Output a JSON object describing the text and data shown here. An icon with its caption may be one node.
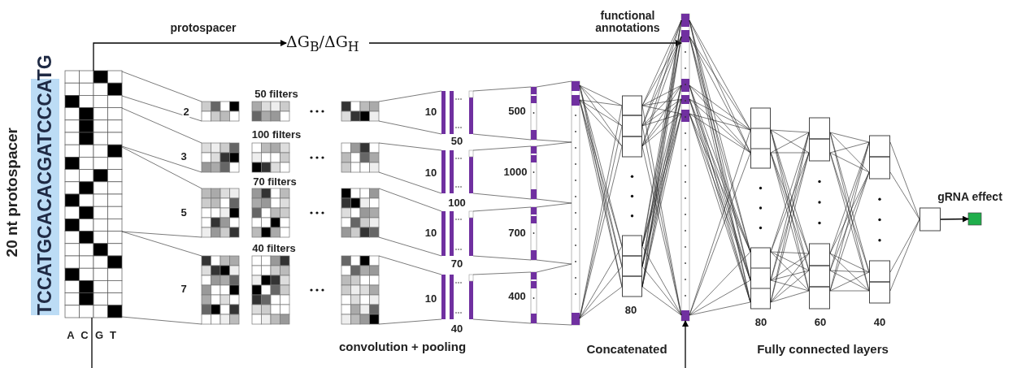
{
  "diagram": {
    "nodes": [
      {
        "text": [
          "TCCATGCACACGATCCCATG"
        ],
        "beside": [
          "20 nt protospacer"
        ]
      },
      {
        "text": [],
        "shape": "box",
        "beside": [
          "A",
          "C",
          "G",
          "T"
        ]
      },
      {
        "text": [
          "ΔG$_{B}$/ΔG$_{H}$"
        ]
      },
      {
        "text": [],
        "shape": "bar"
      },
      {
        "text": [],
        "shape": "box"
      },
      {
        "text": [],
        "shape": "bar"
      },
      {
        "text": [],
        "shape": "box"
      },
      {
        "text": [],
        "shape": "box"
      },
      {
        "text": [],
        "shape": "box"
      },
      {
        "text": [],
        "shape": "box"
      },
      {
        "text": [],
        "shape": "box"
      },
      {
        "text": [],
        "shape": "box"
      },
      {
        "text": [],
        "shape": "bar"
      },
      {
        "text": [],
        "shape": "bar"
      },
      {
        "text": [],
        "shape": "box"
      },
      {
        "text": [],
        "shape": "bar"
      },
      {
        "text": [],
        "shape": "bar"
      },
      {
        "text": [],
        "shape": "box"
      },
      {
        "text": [],
        "shape": "bar"
      },
      {
        "text": [],
        "shape": "bar"
      },
      {
        "text": [],
        "shape": "box"
      },
      {
        "text": [],
        "shape": "bar"
      },
      {
        "text": [],
        "shape": "bar"
      }
    ],
    "edges": [
      {
        "from": 1,
        "to": 2,
        "arrow": "to",
        "label": "protospacer"
      },
      {
        "from": 2,
        "to": 5,
        "arrow": "to",
        "label": "functional annotations"
      },
      {
        "from": null,
        "to": 5,
        "arrow": "to"
      },
      {
        "from": 1,
        "to": null,
        "arrow": "none"
      },
      {
        "from": 3,
        "to": 4,
        "arrow": "none"
      },
      {
        "from": 4,
        "to": 5,
        "arrow": "none"
      },
      {
        "from": 5,
        "to": 6,
        "arrow": "none"
      },
      {
        "from": 6,
        "to": 7,
        "arrow": "none"
      },
      {
        "from": 7,
        "to": 8,
        "arrow": "none"
      },
      {
        "from": 8,
        "to": 9,
        "arrow": "none"
      },
      {
        "from": 9,
        "to": 10,
        "arrow": "to",
        "label": "gRNA effect"
      },
      {
        "from": 1,
        "to": 11,
        "arrow": "none"
      },
      {
        "from": 11,
        "to": 12,
        "arrow": "none"
      },
      {
        "from": 12,
        "to": 13,
        "arrow": "none"
      },
      {
        "from": 13,
        "to": 3,
        "arrow": "none"
      },
      {
        "from": 1,
        "to": 14,
        "arrow": "none"
      },
      {
        "from": 14,
        "to": 15,
        "arrow": "none"
      },
      {
        "from": 15,
        "to": 16,
        "arrow": "none"
      },
      {
        "from": 16,
        "to": 3,
        "arrow": "none"
      },
      {
        "from": 1,
        "to": 17,
        "arrow": "none"
      },
      {
        "from": 17,
        "to": 18,
        "arrow": "none"
      },
      {
        "from": 18,
        "to": 19,
        "arrow": "none"
      },
      {
        "from": 19,
        "to": 3,
        "arrow": "none"
      },
      {
        "from": 1,
        "to": 20,
        "arrow": "none"
      },
      {
        "from": 20,
        "to": 21,
        "arrow": "none"
      },
      {
        "from": 21,
        "to": 22,
        "arrow": "none"
      },
      {
        "from": 22,
        "to": 3,
        "arrow": "none"
      }
    ],
    "labels": [
      "50 filters",
      "2",
      "100 filters",
      "3",
      "70 filters",
      "5",
      "40 filters",
      "7",
      "10",
      "500",
      "50",
      "10",
      "1000",
      "100",
      "10",
      "700",
      "70",
      "10",
      "400",
      "40",
      "convolution + pooling",
      "Concatenated",
      "80",
      "80",
      "60",
      "40",
      "Fully connected layers"
    ]
  }
}
